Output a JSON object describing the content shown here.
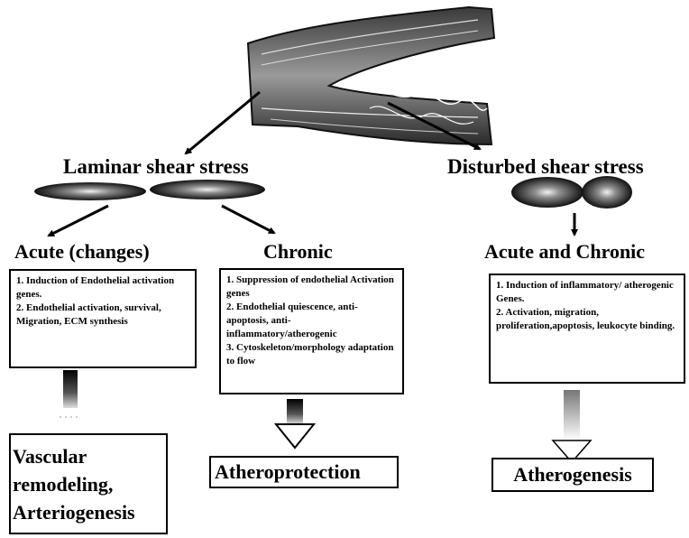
{
  "diagram": {
    "branches": {
      "laminar": {
        "title": "Laminar shear stress",
        "acute": {
          "heading": "Acute (changes)",
          "items": [
            "1. Induction of Endothelial activation genes.",
            "2. Endothelial activation, survival, Migration, ECM synthesis"
          ],
          "outcome": [
            "Vascular",
            "remodeling,",
            "Arteriogenesis"
          ]
        },
        "chronic": {
          "heading": "Chronic",
          "items": [
            "1. Suppression of endothelial Activation genes",
            "2. Endothelial quiescence, anti-apoptosis, anti-inflammatory/atherogenic",
            "3. Cytoskeleton/morphology adaptation to flow"
          ],
          "outcome": "Atheroprotection"
        }
      },
      "disturbed": {
        "title": "Disturbed shear stress",
        "acute_chronic": {
          "heading": "Acute and Chronic",
          "items": [
            "1. Induction of inflammatory/ atherogenic Genes.",
            "2. Activation, migration, proliferation,apoptosis, leukocyte binding."
          ],
          "outcome": "Atherogenesis"
        }
      }
    },
    "colors": {
      "cell_dark": "#1a1a1a",
      "cell_light": "#d9d9d9",
      "vessel_dark": "#141414",
      "vessel_light": "#bdbdbd"
    },
    "icons": [
      "vessel-bifurcation-illustration",
      "elongated-endothelial-cell-icon",
      "rounded-endothelial-cell-icon",
      "arrow-icon",
      "gradient-arrow-icon"
    ]
  }
}
